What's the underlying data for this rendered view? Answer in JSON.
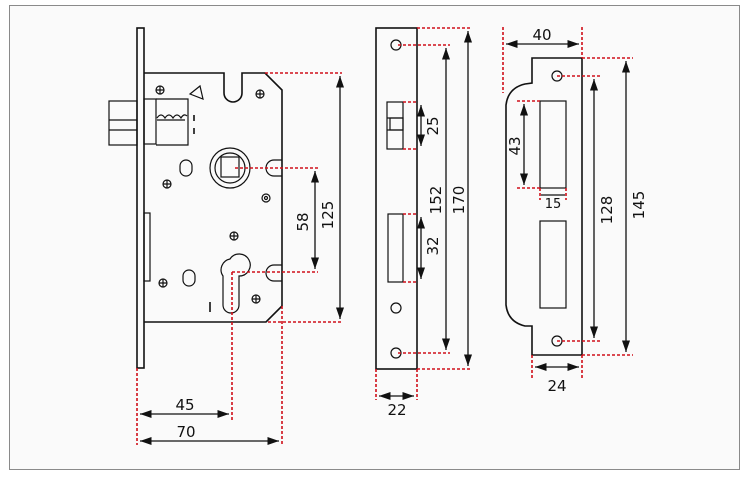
{
  "figure": {
    "title": "",
    "description": "Mortise lock dimensional drawing: lock body, faceplate, strike plate",
    "colors": {
      "outline": "#111111",
      "dimension_guide": "#d0101a",
      "background": "#fafafa",
      "border": "#8a8a8a"
    }
  },
  "lock_body": {
    "dimensions": {
      "height": "125",
      "spindle_to_cylinder": "58",
      "backset": "45",
      "depth": "70"
    },
    "unit": "mm"
  },
  "faceplate": {
    "dimensions": {
      "length": "170",
      "screw_spacing": "152",
      "latch_height": "25",
      "deadbolt_height": "32",
      "width": "22"
    }
  },
  "strike_plate": {
    "dimensions": {
      "total_width": "40",
      "length": "145",
      "screw_spacing": "128",
      "latch_opening_height": "43",
      "latch_opening_width": "15",
      "plate_width": "24"
    }
  }
}
